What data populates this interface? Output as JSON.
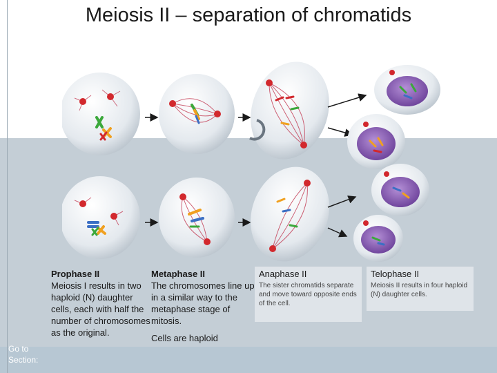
{
  "title": "Meiosis II – separation of chromatids",
  "captions": {
    "prophase": {
      "title": "Prophase II",
      "body": "Meiosis I results in two haploid (N) daughter cells, each with half the number of chromosomes as the original."
    },
    "metaphase": {
      "title": "Metaphase II",
      "body": "The chromosomes line up in a similar way to the metaphase stage of mitosis.",
      "note": "Cells are haploid"
    },
    "anaphase": {
      "title": "Anaphase II",
      "body": "The sister chromatids separate and move toward opposite ends of the cell."
    },
    "telophase": {
      "title": "Telophase II",
      "body": "Meiosis II results in four haploid (N) daughter cells."
    }
  },
  "nav": {
    "goto_line1": "Go to",
    "goto_line2": "Section:"
  },
  "colors": {
    "band": "#c4ced6",
    "panel": "#dfe4e9",
    "spindle": "#c0304a",
    "nucleus": "#7b52a6",
    "chromosome_red": "#d2282d",
    "chromosome_blue": "#3b6fc4",
    "chromosome_orange": "#f0a020",
    "chromosome_green": "#3ba83b"
  }
}
